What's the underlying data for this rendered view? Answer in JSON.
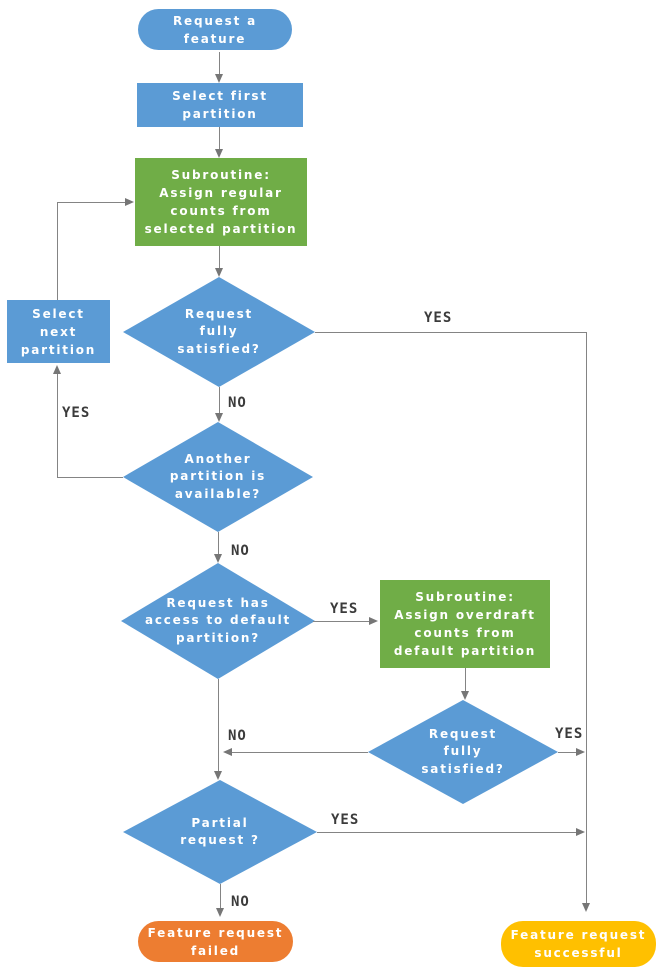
{
  "colors": {
    "node_blue": "#5B9BD5",
    "node_green": "#70AD47",
    "node_orange": "#ED7D31",
    "node_yellow": "#FFC000",
    "connector_gray": "#848484",
    "label_dark": "#3b3b3b"
  },
  "nodes": {
    "start": "Request a\nfeature",
    "select_first": "Select first\npartition",
    "sub_regular": "Subroutine:\nAssign regular\ncounts from\nselected partition",
    "d_satisfied1": "Request\nfully\nsatisfied?",
    "select_next": "Select\nnext\npartition",
    "d_another": "Another\npartition is\navailable?",
    "d_default_access": "Request has\naccess to default\npartition?",
    "sub_overdraft": "Subroutine:\nAssign overdraft\ncounts from\ndefault partition",
    "d_satisfied2": "Request\nfully\nsatisfied?",
    "d_partial": "Partial\nrequest ?",
    "fail": "Feature request\nfailed",
    "success": "Feature request\nsuccessful"
  },
  "edge_labels": {
    "d1_yes": "YES",
    "d1_no": "NO",
    "d2_yes": "YES",
    "d2_no": "NO",
    "d3_yes": "YES",
    "d4_yes": "YES",
    "d4_no": "NO",
    "partial_yes": "YES",
    "partial_no": "NO"
  }
}
